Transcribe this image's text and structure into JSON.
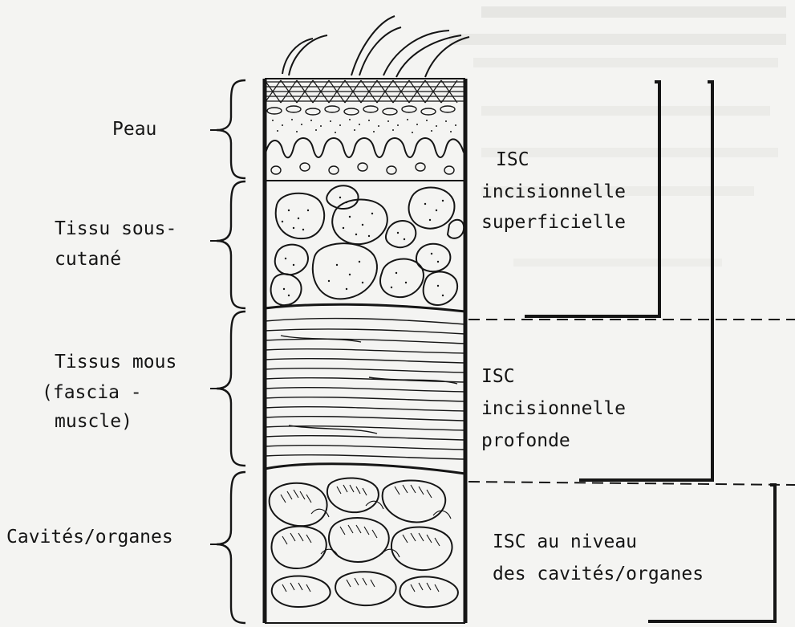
{
  "diagram": {
    "layers": {
      "skin": {
        "line1": "Peau"
      },
      "subcutaneous": {
        "line1": "Tissu sous-",
        "line2": "cutané"
      },
      "soft_tissue": {
        "line1": "Tissus mous",
        "line2": "(fascia -",
        "line3": "muscle)"
      },
      "organs": {
        "line1": "Cavités/organes"
      }
    },
    "infections": {
      "superficial": {
        "line1": "ISC",
        "line2": "incisionnelle",
        "line3": "superficielle"
      },
      "deep": {
        "line1": "ISC",
        "line2": "incisionnelle",
        "line3": "profonde"
      },
      "organ_space": {
        "line1": "ISC au niveau",
        "line2": "des cavités/organes"
      }
    },
    "colors": {
      "ink": "#151515",
      "paper": "#f4f4f2",
      "bleed_through_text": "#d2d2cf"
    }
  }
}
